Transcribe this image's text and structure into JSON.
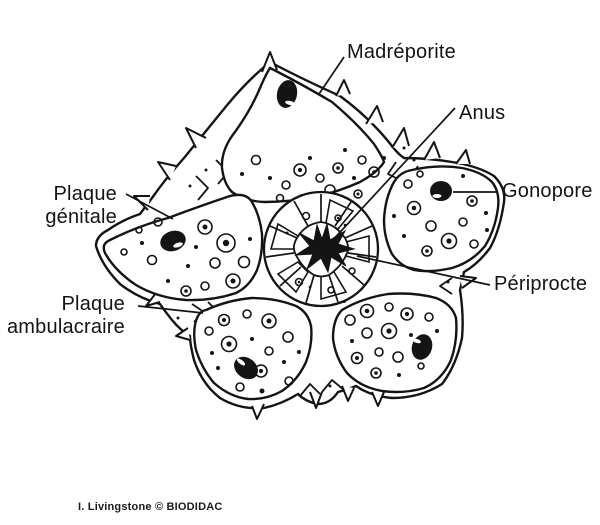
{
  "figure": {
    "background": "#ffffff",
    "ink_color": "#141414",
    "labels": {
      "madreporite": "Madréporite",
      "anus": "Anus",
      "gonopore": "Gonopore",
      "periprocte": "Périprocte",
      "plaque_genitale": {
        "line1": "Plaque",
        "line2": "génitale"
      },
      "plaque_ambulacraire": {
        "line1": "Plaque",
        "line2": "ambulacraire"
      }
    },
    "credit": "I. Livingstone © BIODIDAC"
  }
}
